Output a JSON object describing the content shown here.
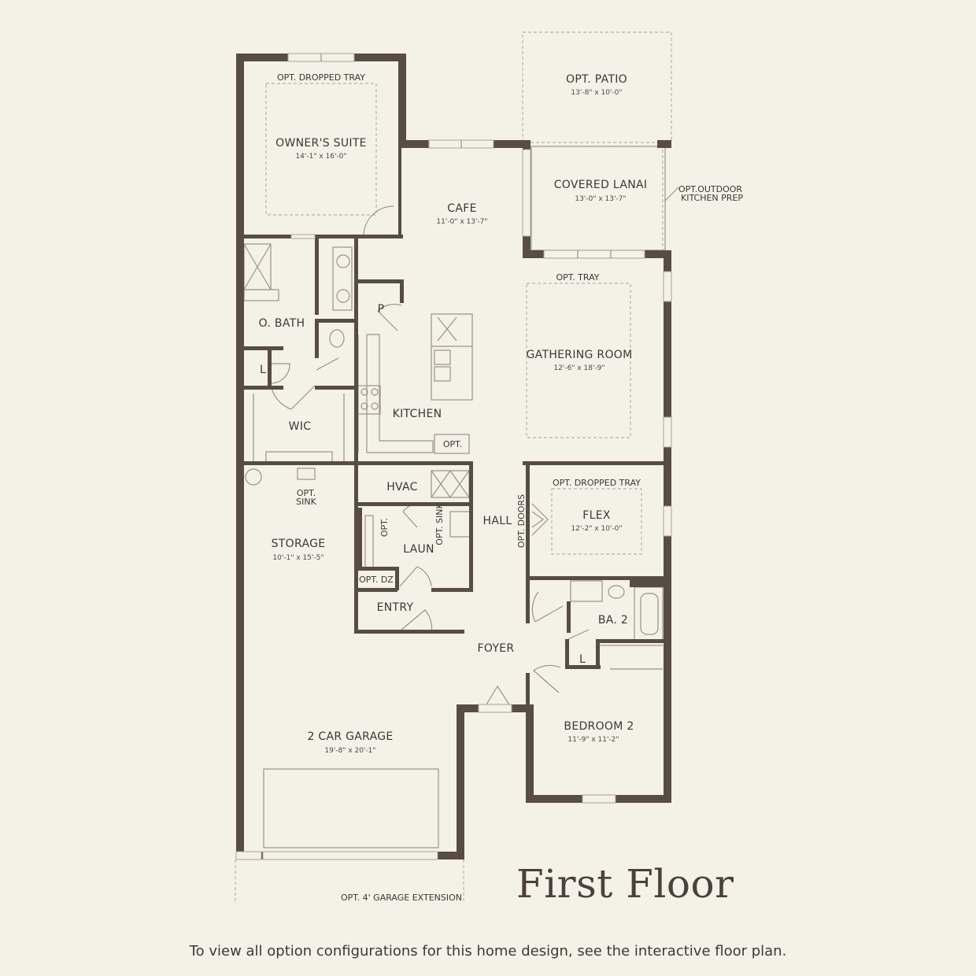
{
  "rooms": {
    "owners_suite": {
      "tray": "OPT. DROPPED TRAY",
      "label": "OWNER'S SUITE",
      "dim": "14'-1\" x 16'-0\""
    },
    "opt_patio": {
      "label": "OPT. PATIO",
      "dim": "13'-8\" x 10'-0\""
    },
    "covered_lanai": {
      "label": "COVERED LANAI",
      "dim": "13'-0\" x 13'-7\""
    },
    "outdoor_kitchen": {
      "line1": "OPT.OUTDOOR",
      "line2": "KITCHEN PREP"
    },
    "cafe": {
      "label": "CAFE",
      "dim": "11'-0\" x 13'-7\""
    },
    "gathering_room": {
      "tray": "OPT. TRAY",
      "label": "GATHERING ROOM",
      "dim": "12'-6\" x 18'-9\""
    },
    "pantry": {
      "label": "P"
    },
    "o_bath": {
      "label": "O. BATH"
    },
    "linen_owner": {
      "label": "L"
    },
    "wic": {
      "label": "WIC"
    },
    "kitchen": {
      "label": "KITCHEN",
      "opt": "OPT."
    },
    "storage": {
      "label": "STORAGE",
      "dim": "10'-1\" x 15'-5\"",
      "sink1": "OPT.",
      "sink2": "SINK"
    },
    "hvac": {
      "label": "HVAC"
    },
    "laundry": {
      "label": "LAUN",
      "opt": "OPT.",
      "opt_sink": "OPT. SINK"
    },
    "opt_dz": {
      "label": "OPT. DZ"
    },
    "entry": {
      "label": "ENTRY"
    },
    "hall": {
      "label": "HALL",
      "opt_doors": "OPT. DOORS"
    },
    "flex": {
      "tray": "OPT. DROPPED TRAY",
      "label": "FLEX",
      "dim": "12'-2\" x 10'-0\""
    },
    "bath2": {
      "label": "BA. 2"
    },
    "linen_bed2": {
      "label": "L"
    },
    "foyer": {
      "label": "FOYER"
    },
    "bedroom2": {
      "label": "BEDROOM 2",
      "dim": "11'-9\" x 11'-2\""
    },
    "garage": {
      "label": "2 CAR GARAGE",
      "dim": "19'-8\" x 20'-1\"",
      "extension": "OPT. 4' GARAGE EXTENSION"
    }
  },
  "floor_title": "First Floor",
  "footer_note": "To view all option configurations for this home design, see the interactive floor plan."
}
